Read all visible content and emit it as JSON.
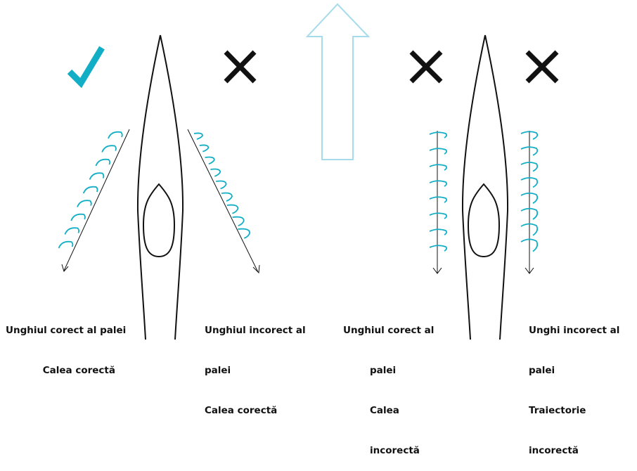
{
  "colors": {
    "accent": "#12aec5",
    "arrow": "#a6dbeb",
    "ink": "#111111"
  },
  "icons": [
    "check-icon",
    "cross-icon",
    "cross-icon",
    "cross-icon",
    "up-arrow-icon"
  ],
  "labels": {
    "panel1": {
      "line1": "Unghiul corect al palei",
      "line2": "Calea corectă"
    },
    "panel2": {
      "line1": "Unghiul incorect al",
      "line2": "palei",
      "line3": "Calea corectă"
    },
    "panel3": {
      "line1": "Unghiul corect al",
      "line2": "palei",
      "line3": "Calea",
      "line4": "incorectă"
    },
    "panel4": {
      "line1": "Unghi incorect al",
      "line2": "palei",
      "line3": "Traiectorie",
      "line4": "incorectă"
    }
  }
}
